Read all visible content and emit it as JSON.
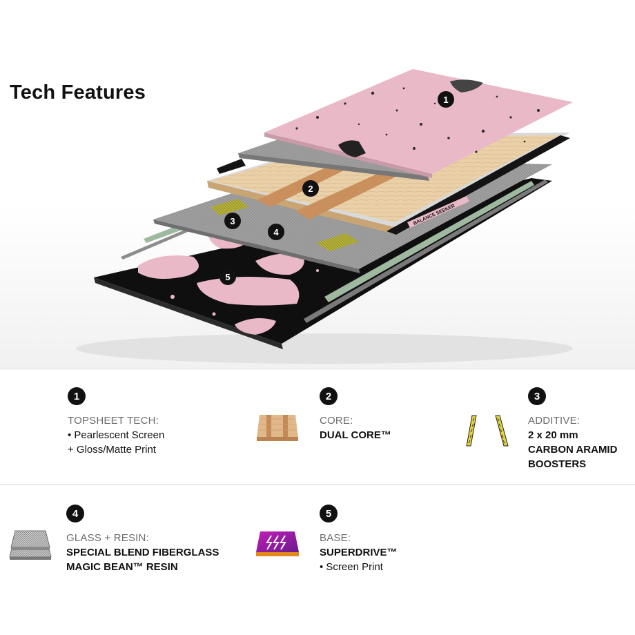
{
  "page_title": "Tech Features",
  "diagram": {
    "markers": [
      "1",
      "2",
      "3",
      "4",
      "5"
    ],
    "base_label": "BALANCE SEEKER",
    "colors": {
      "pink": "#e9b9c7",
      "wood": "#e7c9a0",
      "glass": "#9a9a9a",
      "base": "#111111",
      "green": "#9fb9a0"
    }
  },
  "features": [
    {
      "number": "1",
      "category": "TOPSHEET TECH:",
      "lines": [
        "• Pearlescent Screen",
        "+ Gloss/Matte Print"
      ],
      "bold": false,
      "icon": ""
    },
    {
      "number": "2",
      "category": "CORE:",
      "lines": [
        "DUAL CORE™"
      ],
      "bold": true,
      "icon": "wood-core-icon"
    },
    {
      "number": "3",
      "category": "ADDITIVE:",
      "lines": [
        "2 x 20 mm",
        "CARBON ARAMID",
        "BOOSTERS"
      ],
      "bold": true,
      "icon": "carbon-aramid-boosters-icon"
    },
    {
      "number": "4",
      "category": "GLASS + RESIN:",
      "lines": [
        "SPECIAL BLEND FIBERGLASS",
        "MAGIC BEAN™ RESIN"
      ],
      "bold": true,
      "icon": "fiberglass-layers-icon"
    },
    {
      "number": "5",
      "category": "BASE:",
      "lines": [
        "SUPERDRIVE™",
        "• Screen Print"
      ],
      "bold_lines": [
        true,
        false
      ],
      "icon": "superdrive-base-icon"
    }
  ]
}
